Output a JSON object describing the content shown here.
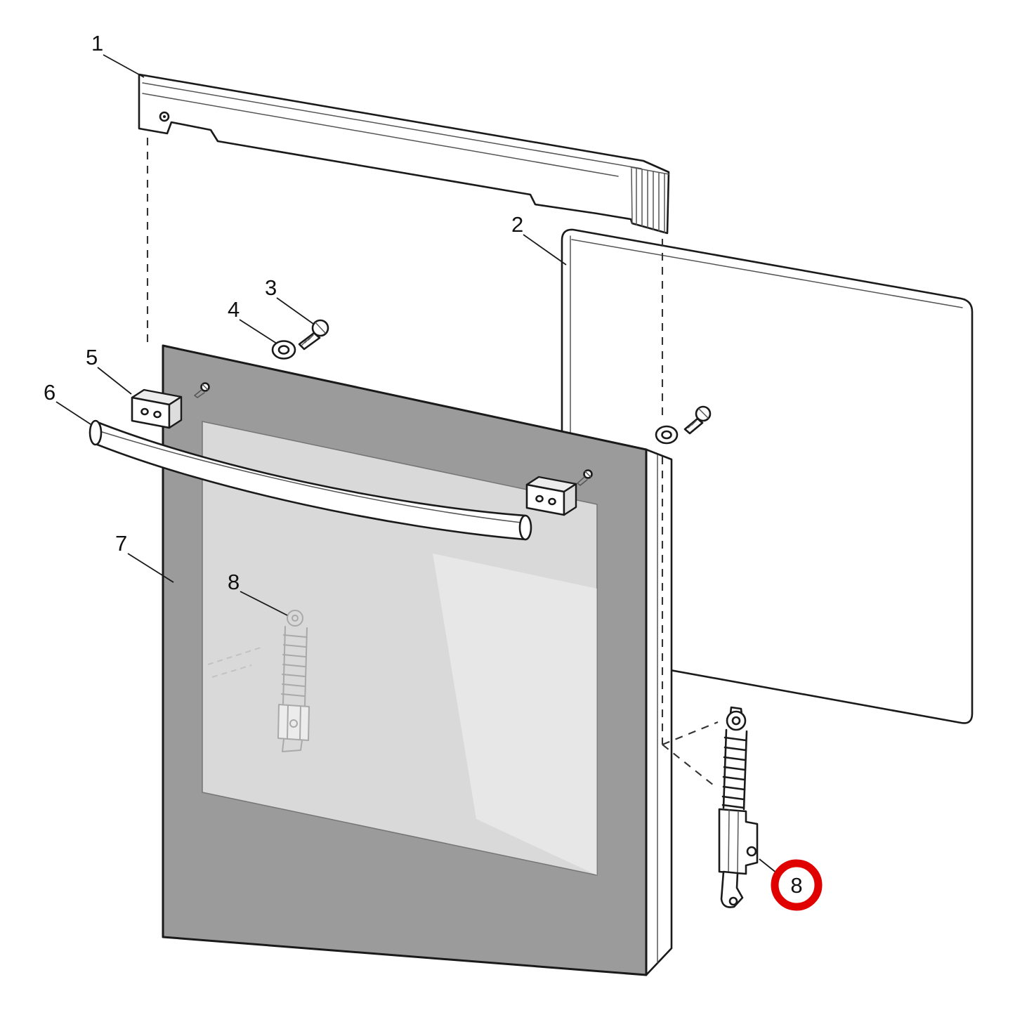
{
  "diagram": {
    "callouts": {
      "part1": "1",
      "part2": "2",
      "part3": "3",
      "part4": "4",
      "part5": "5",
      "part6": "6",
      "part7": "7",
      "part8_inner": "8",
      "part8_main": "8"
    },
    "colors": {
      "highlight": "#e10000",
      "line": "#1a1a1a",
      "door_panel": "#9b9b9b",
      "door_window": "#d9d9d9",
      "background": "#ffffff"
    }
  }
}
